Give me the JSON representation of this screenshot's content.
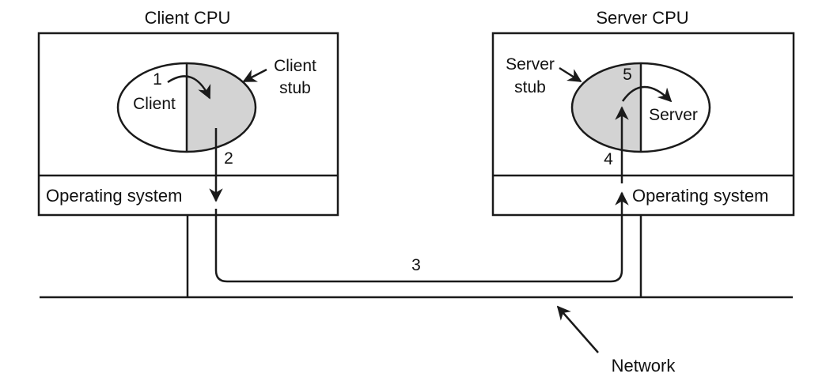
{
  "client": {
    "title": "Client CPU",
    "program_label": "Client",
    "stub_label_line1": "Client",
    "stub_label_line2": "stub",
    "os_label": "Operating system"
  },
  "server": {
    "title": "Server CPU",
    "program_label": "Server",
    "stub_label_line1": "Server",
    "stub_label_line2": "stub",
    "os_label": "Operating system"
  },
  "steps": [
    "1",
    "2",
    "3",
    "4",
    "5"
  ],
  "network_label": "Network",
  "colors": {
    "stroke": "#1a1a1a",
    "stub_fill": "#d3d3d3",
    "background": "#ffffff"
  }
}
